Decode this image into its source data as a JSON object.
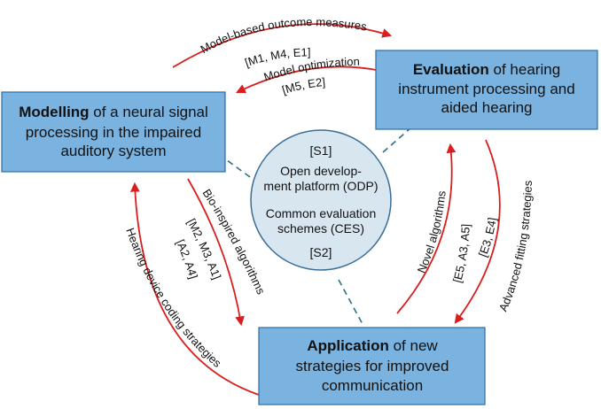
{
  "colors": {
    "box_fill": "#7ab3df",
    "box_stroke": "#2d6da3",
    "circle_fill": "#d8e6f0",
    "circle_stroke": "#3a6e96",
    "arrow": "#d81e1e",
    "connector": "#2e6f8a"
  },
  "boxes": {
    "modelling": {
      "title": "Modelling",
      "line1_rest": " of a neural signal",
      "line2": "processing in the impaired",
      "line3": "auditory system"
    },
    "evaluation": {
      "title": "Evaluation",
      "line1_rest": " of hearing",
      "line2": "instrument processing and",
      "line3": "aided hearing"
    },
    "application": {
      "title": "Application",
      "line1_rest": " of new",
      "line2": "strategies for improved",
      "line3": "communication"
    }
  },
  "center": {
    "ref_top": "[S1]",
    "odp_line1": "Open develop-",
    "odp_line2": "ment platform (ODP)",
    "ces_line1": "Common evaluation",
    "ces_line2": "schemes (CES)",
    "ref_bottom": "[S2]"
  },
  "labels": {
    "model_outcome": "Model-based outcome measures",
    "model_outcome_ref": "[M1, M4, E1]",
    "model_optimization": "Model optimization",
    "model_optimization_ref": "[M5, E2]",
    "bio_inspired": "Bio-inspired algorithms",
    "bio_inspired_ref1": "[M2, M3, A1]",
    "bio_inspired_ref2": "[A2, A4]",
    "coding_strategies": "Hearing device coding strategies",
    "novel_algorithms": "Novel algorithms",
    "novel_algorithms_ref": "[E5, A3, A5]",
    "advanced_fitting": "Advanced fitting strategies",
    "advanced_fitting_ref": "[E3, E4]"
  }
}
